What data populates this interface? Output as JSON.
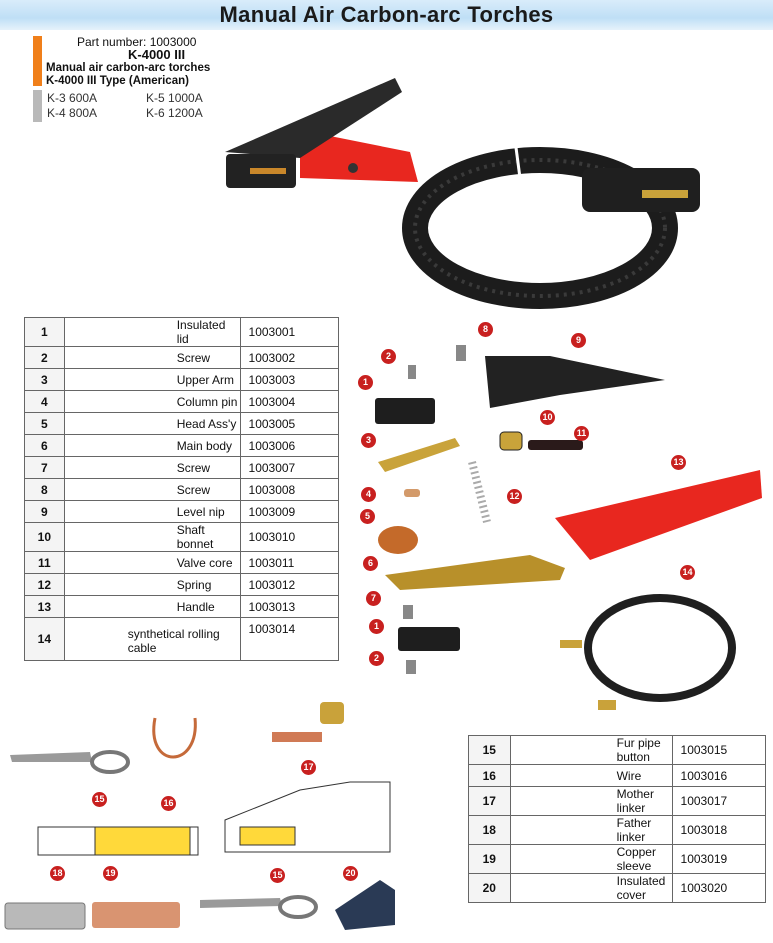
{
  "header": {
    "title": "Manual Air Carbon-arc Torches",
    "part_number": "Part number:  1003000",
    "model": "K-4000 III",
    "description_line1": "Manual air carbon-arc torches",
    "description_line2": "K-4000 III Type (American)",
    "specs": [
      {
        "model": "K-3",
        "amps": "600A"
      },
      {
        "model": "K-5",
        "amps": "1000A"
      },
      {
        "model": "K-4",
        "amps": "800A"
      },
      {
        "model": "K-6",
        "amps": "1200A"
      }
    ]
  },
  "parts_table": [
    {
      "no": "1",
      "name": "Insulated lid",
      "code": "1003001"
    },
    {
      "no": "2",
      "name": "Screw",
      "code": "1003002"
    },
    {
      "no": "3",
      "name": "Upper Arm",
      "code": "1003003"
    },
    {
      "no": "4",
      "name": "Column pin",
      "code": "1003004"
    },
    {
      "no": "5",
      "name": "Head Ass'y",
      "code": "1003005"
    },
    {
      "no": "6",
      "name": "Main body",
      "code": "1003006"
    },
    {
      "no": "7",
      "name": "Screw",
      "code": "1003007"
    },
    {
      "no": "8",
      "name": "Screw",
      "code": "1003008"
    },
    {
      "no": "9",
      "name": "Level nip",
      "code": "1003009"
    },
    {
      "no": "10",
      "name": "Shaft bonnet",
      "code": "1003010"
    },
    {
      "no": "11",
      "name": "Valve core",
      "code": "1003011"
    },
    {
      "no": "12",
      "name": "Spring",
      "code": "1003012"
    },
    {
      "no": "13",
      "name": "Handle",
      "code": "1003013"
    },
    {
      "no": "14",
      "name": "synthetical rolling cable",
      "code": "1003014"
    }
  ],
  "cable_table": [
    {
      "no": "15",
      "name": "Fur pipe button",
      "code": "1003015"
    },
    {
      "no": "16",
      "name": "Wire",
      "code": "1003016"
    },
    {
      "no": "17",
      "name": "Mother linker",
      "code": "1003017"
    },
    {
      "no": "18",
      "name": "Father linker",
      "code": "1003018"
    },
    {
      "no": "19",
      "name": "Copper sleeve",
      "code": "1003019"
    },
    {
      "no": "20",
      "name": "Insulated cover",
      "code": "1003020"
    }
  ],
  "exploded_callouts": [
    "1",
    "2",
    "3",
    "4",
    "5",
    "6",
    "7",
    "8",
    "9",
    "10",
    "11",
    "12",
    "13",
    "14",
    "1",
    "2"
  ],
  "cable_callouts": [
    "15",
    "16",
    "17",
    "18",
    "19",
    "15",
    "20"
  ]
}
